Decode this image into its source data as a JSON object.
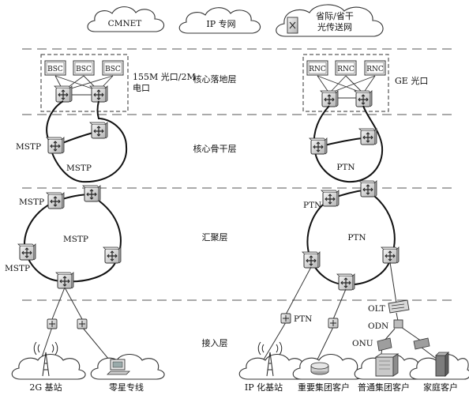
{
  "top_clouds": {
    "cmnet": "CMNET",
    "ip_private": "IP 专网",
    "transport_line1": "省际/省干",
    "transport_line2": "光传送网"
  },
  "layers": {
    "core_landing": "核心落地层",
    "core_backbone": "核心骨干层",
    "aggregation": "汇聚层",
    "access": "接入层"
  },
  "left": {
    "bsc_labels": [
      "BSC",
      "BSC",
      "BSC"
    ],
    "link_label_line1": "155M 光口/2M",
    "link_label_line2": "电口",
    "backbone_ring_label": "MSTP",
    "backbone_node_label": "MSTP",
    "aggregation_ring_label": "MSTP",
    "aggregation_node_top": "MSTP",
    "aggregation_node_left": "MSTP",
    "clients": {
      "base_station": "2G 基站",
      "leased_line": "零星专线"
    }
  },
  "right": {
    "rnc_labels": [
      "RNC",
      "RNC",
      "RNC"
    ],
    "link_label": "GE 光口",
    "backbone_ring_label": "PTN",
    "aggregation_ring_label": "PTN",
    "aggregation_node_label": "PTN",
    "access_node_label": "PTN",
    "olt_label": "OLT",
    "odn_label": "ODN",
    "onu_label": "ONU",
    "clients": {
      "ip_base_station": "IP 化基站",
      "key_group": "重要集团客户",
      "general_group": "普通集团客户",
      "home": "家庭客户"
    }
  }
}
